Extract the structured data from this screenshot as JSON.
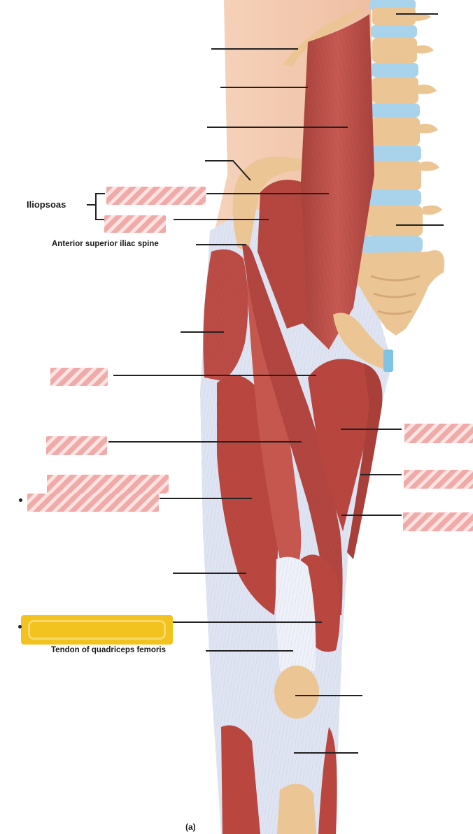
{
  "labels": {
    "iliopsoas": "Iliopsoas",
    "anterior_superior_iliac_spine": "Anterior superior iliac spine",
    "tendon_of_quadriceps_femoris": "Tendon of quadriceps femoris",
    "panel_letter": "(a)"
  },
  "colors": {
    "muscle": "#c0504a",
    "muscle_dark": "#9e3a35",
    "bone": "#ecc594",
    "disc": "#a9d3ea",
    "skin": "#f3c9ad",
    "tendon": "#dde3f1",
    "hidden_label": "#f0aaa8",
    "highlight": "#f2c21e"
  }
}
